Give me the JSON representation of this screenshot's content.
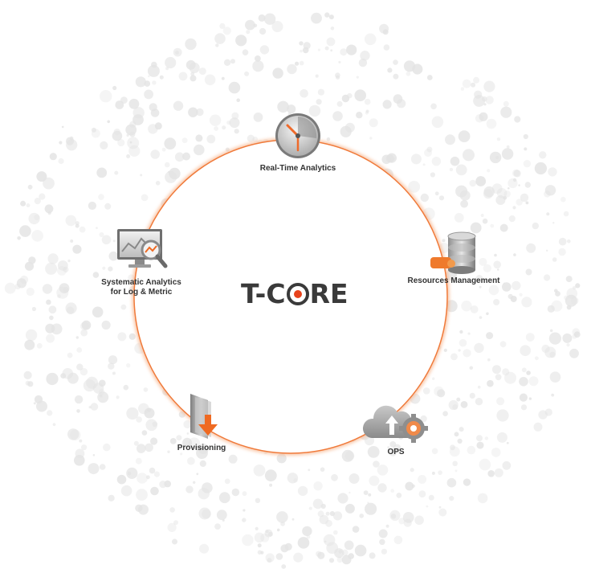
{
  "center": {
    "logo_part1": "T-C",
    "logo_part2": "RE"
  },
  "nodes": {
    "realtime": {
      "label": "Real-Time Analytics"
    },
    "resources": {
      "label": "Resources Management"
    },
    "ops": {
      "label": "OPS"
    },
    "provisioning": {
      "label": "Provisioning"
    },
    "systematic": {
      "label_line1": "Systematic Analytics",
      "label_line2": "for Log & Metric"
    }
  },
  "colors": {
    "accent": "#f07a3a",
    "logo_text": "#3a3a3a",
    "logo_dot": "#e8431c",
    "dots": "#e3e3e3"
  },
  "icons": {
    "realtime": "clock-icon",
    "resources": "database-icon",
    "ops": "cloud-gear-icon",
    "provisioning": "folder-download-icon",
    "systematic": "monitor-magnifier-icon"
  }
}
